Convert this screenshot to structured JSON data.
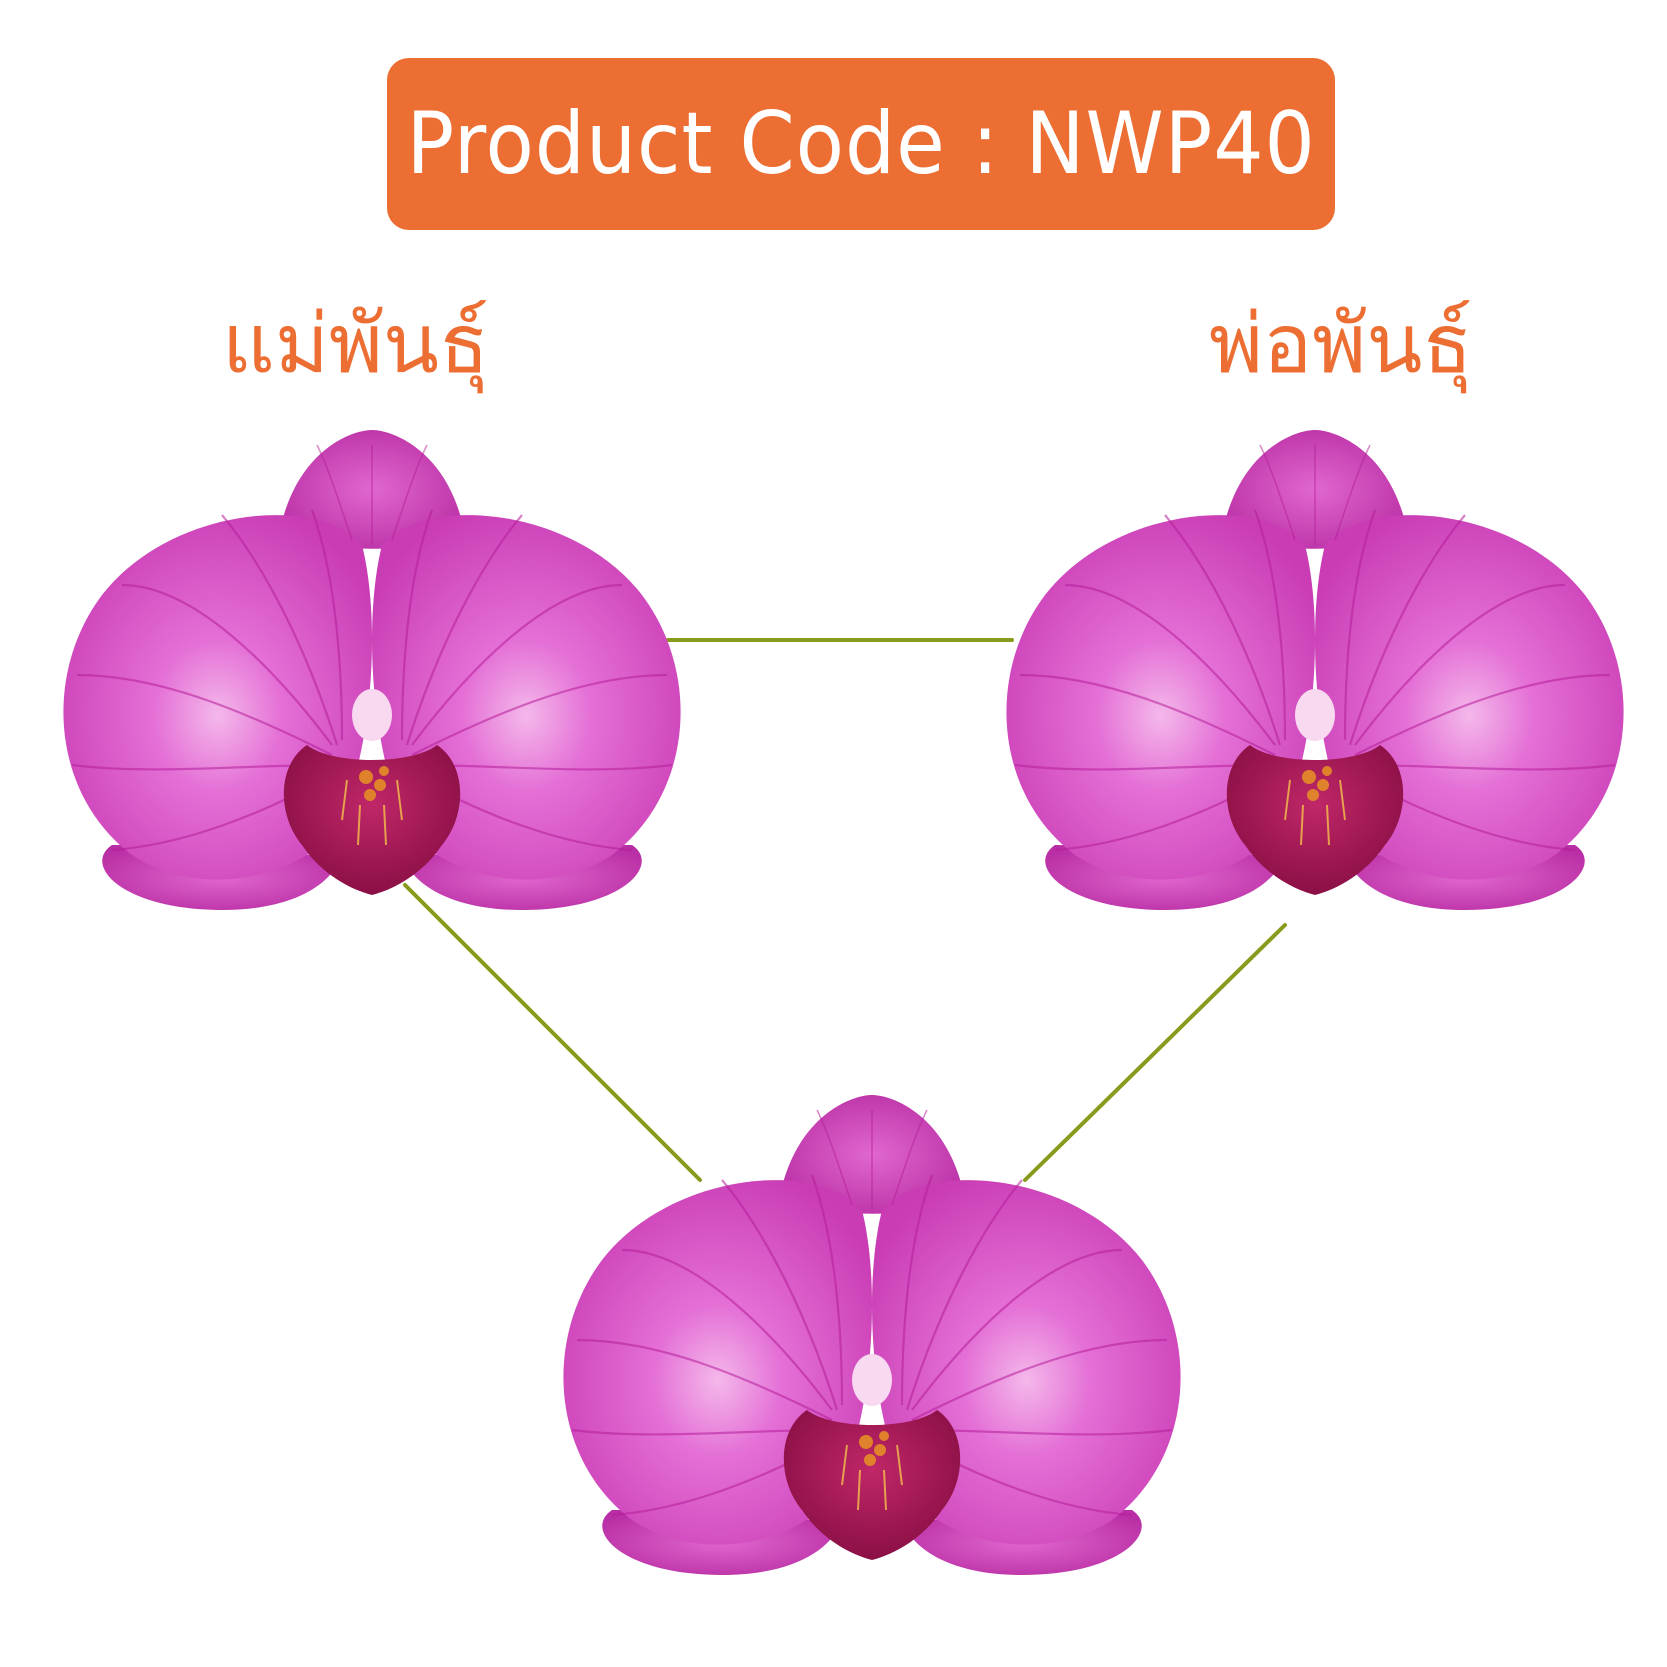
{
  "header": {
    "product_code_text": "Product Code : NWP40"
  },
  "labels": {
    "mother": "แม่พันธุ์",
    "father": "พ่อพันธุ์"
  },
  "colors": {
    "accent": "#ec6e33",
    "connector": "#8a9a1c",
    "petal": "#d94fc6",
    "vein": "#b51e9a",
    "lip": "#a3154f"
  }
}
